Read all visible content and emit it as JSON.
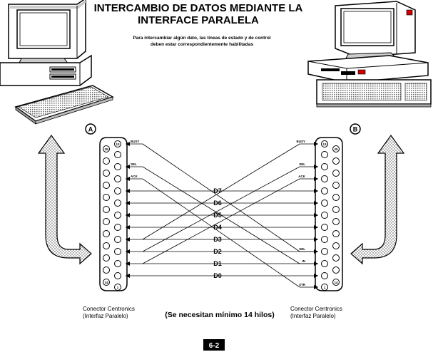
{
  "title": {
    "line1": "INTERCAMBIO DE DATOS MEDIANTE LA",
    "line2": "INTERFACE PARALELA"
  },
  "subtitle": {
    "line1": "Para intercambiar algún dato, las líneas de estado y de control",
    "line2": "deben estar correspondientemente habilitadas"
  },
  "computers": {
    "left_label": "A",
    "right_label": "B"
  },
  "data_lines": [
    "D7",
    "D6",
    "D5",
    "D4",
    "D3",
    "D2",
    "D1",
    "D0"
  ],
  "left_pin_labels": {
    "busy": "BUSY",
    "sel": "SEL",
    "ack": "ACK"
  },
  "right_pin_labels": {
    "busy": "BUSY",
    "sel": "SEL",
    "ack": "ACK",
    "sel2": "SEL",
    "in": "IN",
    "str": "STR"
  },
  "left_connector": {
    "pin_top": "13",
    "pin_bottom": "1",
    "pin_25": "25",
    "pin_14": "14"
  },
  "right_connector": {
    "pin_top": "13",
    "pin_bottom": "1",
    "pin_25": "25",
    "pin_14": "14"
  },
  "captions": {
    "left_line1": "Conector Centronics",
    "left_line2": "(Interfaz Paralelo)",
    "right_line1": "Conector Centronics",
    "right_line2": "(Interfaz Paralelo)"
  },
  "note": "(Se necesitan mínimo 14 hilos)",
  "page_badge": "6-2"
}
